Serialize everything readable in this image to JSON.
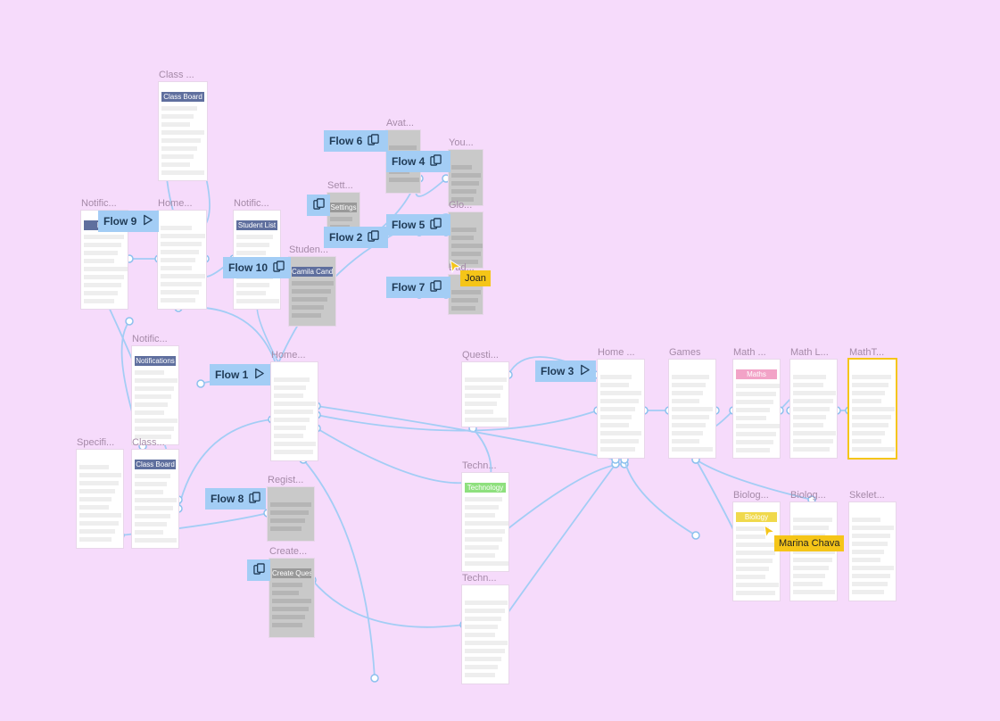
{
  "frames": [
    {
      "id": "class-board-top",
      "title": "Class ...",
      "header": "Class Board",
      "hcolor": "#5f6f9e"
    },
    {
      "id": "notif-left",
      "title": "Notific...",
      "header": "Notif",
      "hcolor": "#5f6f9e"
    },
    {
      "id": "home-teacher",
      "title": "Home...",
      "header": "",
      "hcolor": "#5f6f9e"
    },
    {
      "id": "notif-student-list",
      "title": "Notific...",
      "header": "Student List",
      "hcolor": "#5f6f9e"
    },
    {
      "id": "student-profile",
      "title": "Studen...",
      "header": "Camila Candidato",
      "hcolor": "#5f6f9e"
    },
    {
      "id": "settings",
      "title": "Sett...",
      "header": "Settings",
      "hcolor": "#999999"
    },
    {
      "id": "avatar",
      "title": "Avat...",
      "header": "",
      "hcolor": "#999999"
    },
    {
      "id": "your-profile",
      "title": "You...",
      "header": "",
      "hcolor": "#999999"
    },
    {
      "id": "global",
      "title": "Glo...",
      "header": "",
      "hcolor": "#999999"
    },
    {
      "id": "badges",
      "title": "Bad...",
      "header": "",
      "hcolor": "#999999"
    },
    {
      "id": "notif-mid",
      "title": "Notific...",
      "header": "Notifications",
      "hcolor": "#5f6f9e"
    },
    {
      "id": "home-main",
      "title": "Home...",
      "header": "",
      "hcolor": "#5f6f9e"
    },
    {
      "id": "questions",
      "title": "Questi...",
      "header": "",
      "hcolor": "#b9a7e0"
    },
    {
      "id": "home-student",
      "title": "Home ...",
      "header": "",
      "hcolor": "#f0d94c"
    },
    {
      "id": "games",
      "title": "Games",
      "header": "",
      "hcolor": "#b9a7e0"
    },
    {
      "id": "math",
      "title": "Math ...",
      "header": "Maths",
      "hcolor": "#f2a3c7"
    },
    {
      "id": "math-l",
      "title": "Math L...",
      "header": "",
      "hcolor": "#f2a3c7"
    },
    {
      "id": "math-t",
      "title": "MathT...",
      "header": "",
      "hcolor": "#ffffff"
    },
    {
      "id": "specific",
      "title": "Specifi...",
      "header": "",
      "hcolor": "#5f6f9e"
    },
    {
      "id": "class-board-low",
      "title": "Class...",
      "header": "Class Board",
      "hcolor": "#5f6f9e"
    },
    {
      "id": "register",
      "title": "Regist...",
      "header": "",
      "hcolor": "#999999"
    },
    {
      "id": "create",
      "title": "Create...",
      "header": "Create Question",
      "hcolor": "#999999"
    },
    {
      "id": "tech-a",
      "title": "Techn...",
      "header": "Technology",
      "hcolor": "#8ee07e"
    },
    {
      "id": "tech-b",
      "title": "Techn...",
      "header": "",
      "hcolor": "#8ee07e"
    },
    {
      "id": "biology",
      "title": "Biolog...",
      "header": "Biology",
      "hcolor": "#f0d94c"
    },
    {
      "id": "biology-2",
      "title": "Biolog...",
      "header": "",
      "hcolor": "#f2a3c7"
    },
    {
      "id": "skeleton",
      "title": "Skelet...",
      "header": "",
      "hcolor": "#ffffff"
    }
  ],
  "flows": [
    {
      "id": "flow-9",
      "label": "Flow 9",
      "icon": "play-icon"
    },
    {
      "id": "flow-10",
      "label": "Flow 10",
      "icon": "device-icon"
    },
    {
      "id": "flow-6",
      "label": "Flow 6",
      "icon": "device-icon"
    },
    {
      "id": "flow-4",
      "label": "Flow 4",
      "icon": "device-icon"
    },
    {
      "id": "flow-5",
      "label": "Flow 5",
      "icon": "device-icon"
    },
    {
      "id": "flow-2",
      "label": "Flow 2",
      "icon": "device-icon"
    },
    {
      "id": "flow-7",
      "label": "Flow 7",
      "icon": "device-icon"
    },
    {
      "id": "flow-1",
      "label": "Flow 1",
      "icon": "play-icon"
    },
    {
      "id": "flow-3",
      "label": "Flow 3",
      "icon": "play-icon"
    },
    {
      "id": "flow-8",
      "label": "Flow 8",
      "icon": "device-icon"
    },
    {
      "id": "flow-settings",
      "label": "",
      "icon": "device-icon"
    },
    {
      "id": "flow-create",
      "label": "",
      "icon": "device-icon"
    }
  ],
  "cursors": [
    {
      "name": "Joan",
      "color": "#f5c518"
    },
    {
      "name": "Marina Chava",
      "color": "#f5c518"
    }
  ],
  "colors": {
    "canvas": "#f6dbfb",
    "wire": "#a3cdf5",
    "flow_badge": "#a3cdf5"
  }
}
